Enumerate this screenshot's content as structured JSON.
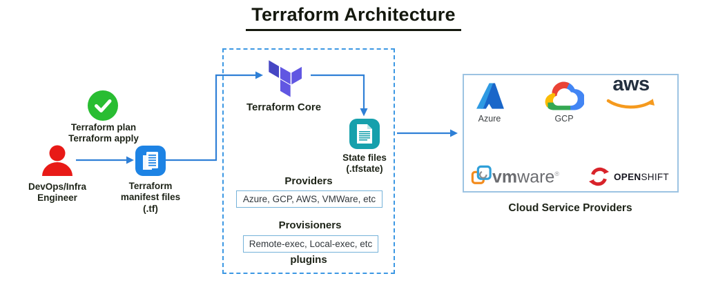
{
  "title": "Terraform Architecture",
  "workflow": {
    "plan_apply_line1": "Terraform plan",
    "plan_apply_line2": "Terraform apply",
    "engineer_line1": "DevOps/Infra",
    "engineer_line2": "Engineer",
    "manifest_line1": "Terraform",
    "manifest_line2": "manifest files",
    "manifest_line3": "(.tf)"
  },
  "core_panel": {
    "heading": "Terraform Core",
    "state_line1": "State files",
    "state_line2": "(.tfstate)",
    "providers_heading": "Providers",
    "providers_items": "Azure, GCP, AWS, VMWare, etc",
    "provisioners_heading": "Provisioners",
    "provisioners_items": "Remote-exec, Local-exec, etc",
    "plugins_label": "plugins"
  },
  "cloud_panel": {
    "caption": "Cloud Service Providers",
    "azure_label": "Azure",
    "gcp_label": "GCP",
    "aws_wordmark": "aws",
    "vmware_wordmark_bold": "vm",
    "vmware_wordmark_rest": "ware",
    "vmware_trademark": "®",
    "openshift_wordmark_bold": "OPEN",
    "openshift_wordmark_rest": "SHIFT"
  },
  "icons": {
    "check": "check-circle-icon",
    "engineer": "person-icon",
    "manifest": "document-file-icon",
    "terraform": "terraform-logo-icon",
    "state": "state-file-icon",
    "azure": "azure-logo-icon",
    "gcp": "gcp-cloud-icon",
    "aws": "aws-smile-icon",
    "vmware": "vmware-boxes-icon",
    "openshift": "openshift-arrows-icon"
  },
  "colors": {
    "arrow_blue": "#2e7fd6",
    "dashed_border_blue": "#3b97e3",
    "panel_border_blue": "#9cc3e2",
    "value_box_border": "#74b2d9",
    "check_green": "#29bd32",
    "engineer_red": "#e81a17",
    "manifest_blue": "#1d83e4",
    "state_teal": "#16a0ac",
    "terraform_indigo": "#4646c4",
    "terraform_violet": "#6157e2",
    "aws_orange": "#f59a1e",
    "openshift_red": "#d8232a",
    "text_dark": "#1d2317"
  }
}
